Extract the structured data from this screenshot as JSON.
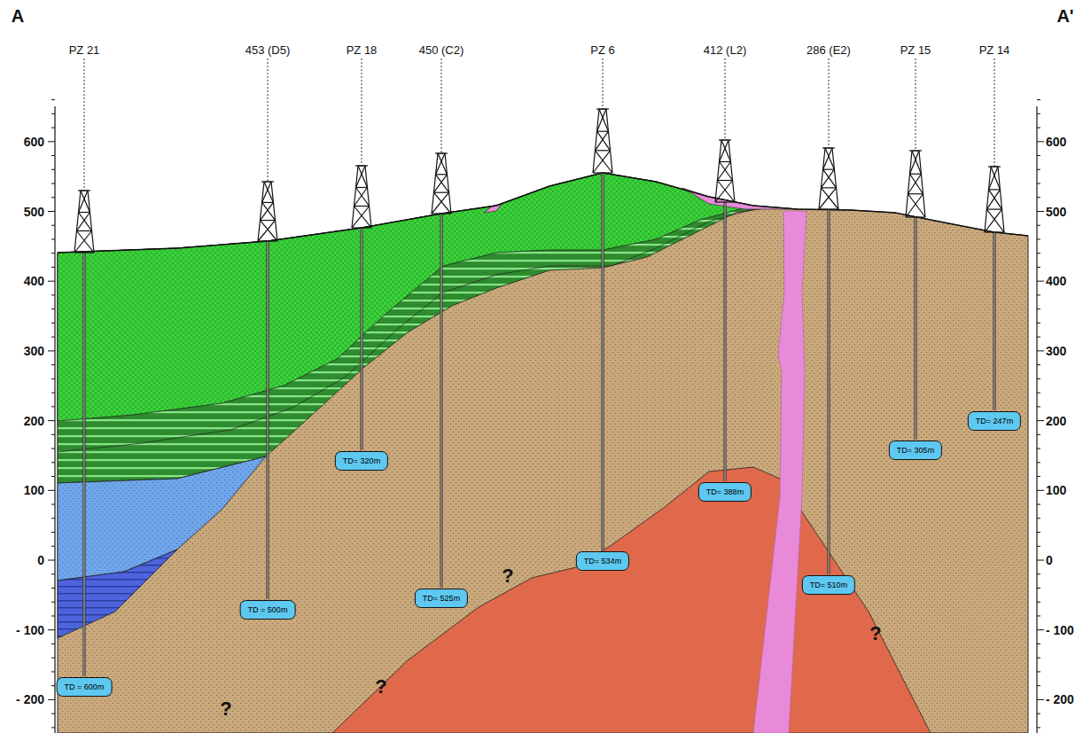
{
  "diagram": {
    "nodes": [
      {
        "text": [
          "TD = 600m"
        ]
      },
      {
        "text": [
          "TD = 500m"
        ]
      },
      {
        "text": [
          "TD= 320m"
        ]
      },
      {
        "text": [
          "TD= 525m"
        ]
      },
      {
        "text": [
          "TD= 534m"
        ]
      },
      {
        "text": [
          "TD= 388m"
        ]
      },
      {
        "text": [
          "TD= 510m"
        ]
      },
      {
        "text": [
          "TD= 305m"
        ]
      },
      {
        "text": [
          "TD= 247m"
        ]
      }
    ],
    "labels": [
      "A",
      "A'",
      "PZ 21",
      "453 (D5)",
      "PZ 18",
      "450 (C2)",
      "PZ 6",
      "412 (L2)",
      "286 (E2)",
      "PZ 15",
      "PZ 14",
      "600",
      "500",
      "400",
      "300",
      "200",
      "100",
      "0",
      "- 100",
      "- 200",
      "600",
      "500",
      "400",
      "300",
      "200",
      "100",
      "0",
      "- 100",
      "- 200",
      "?",
      "?",
      "?",
      "?"
    ]
  }
}
